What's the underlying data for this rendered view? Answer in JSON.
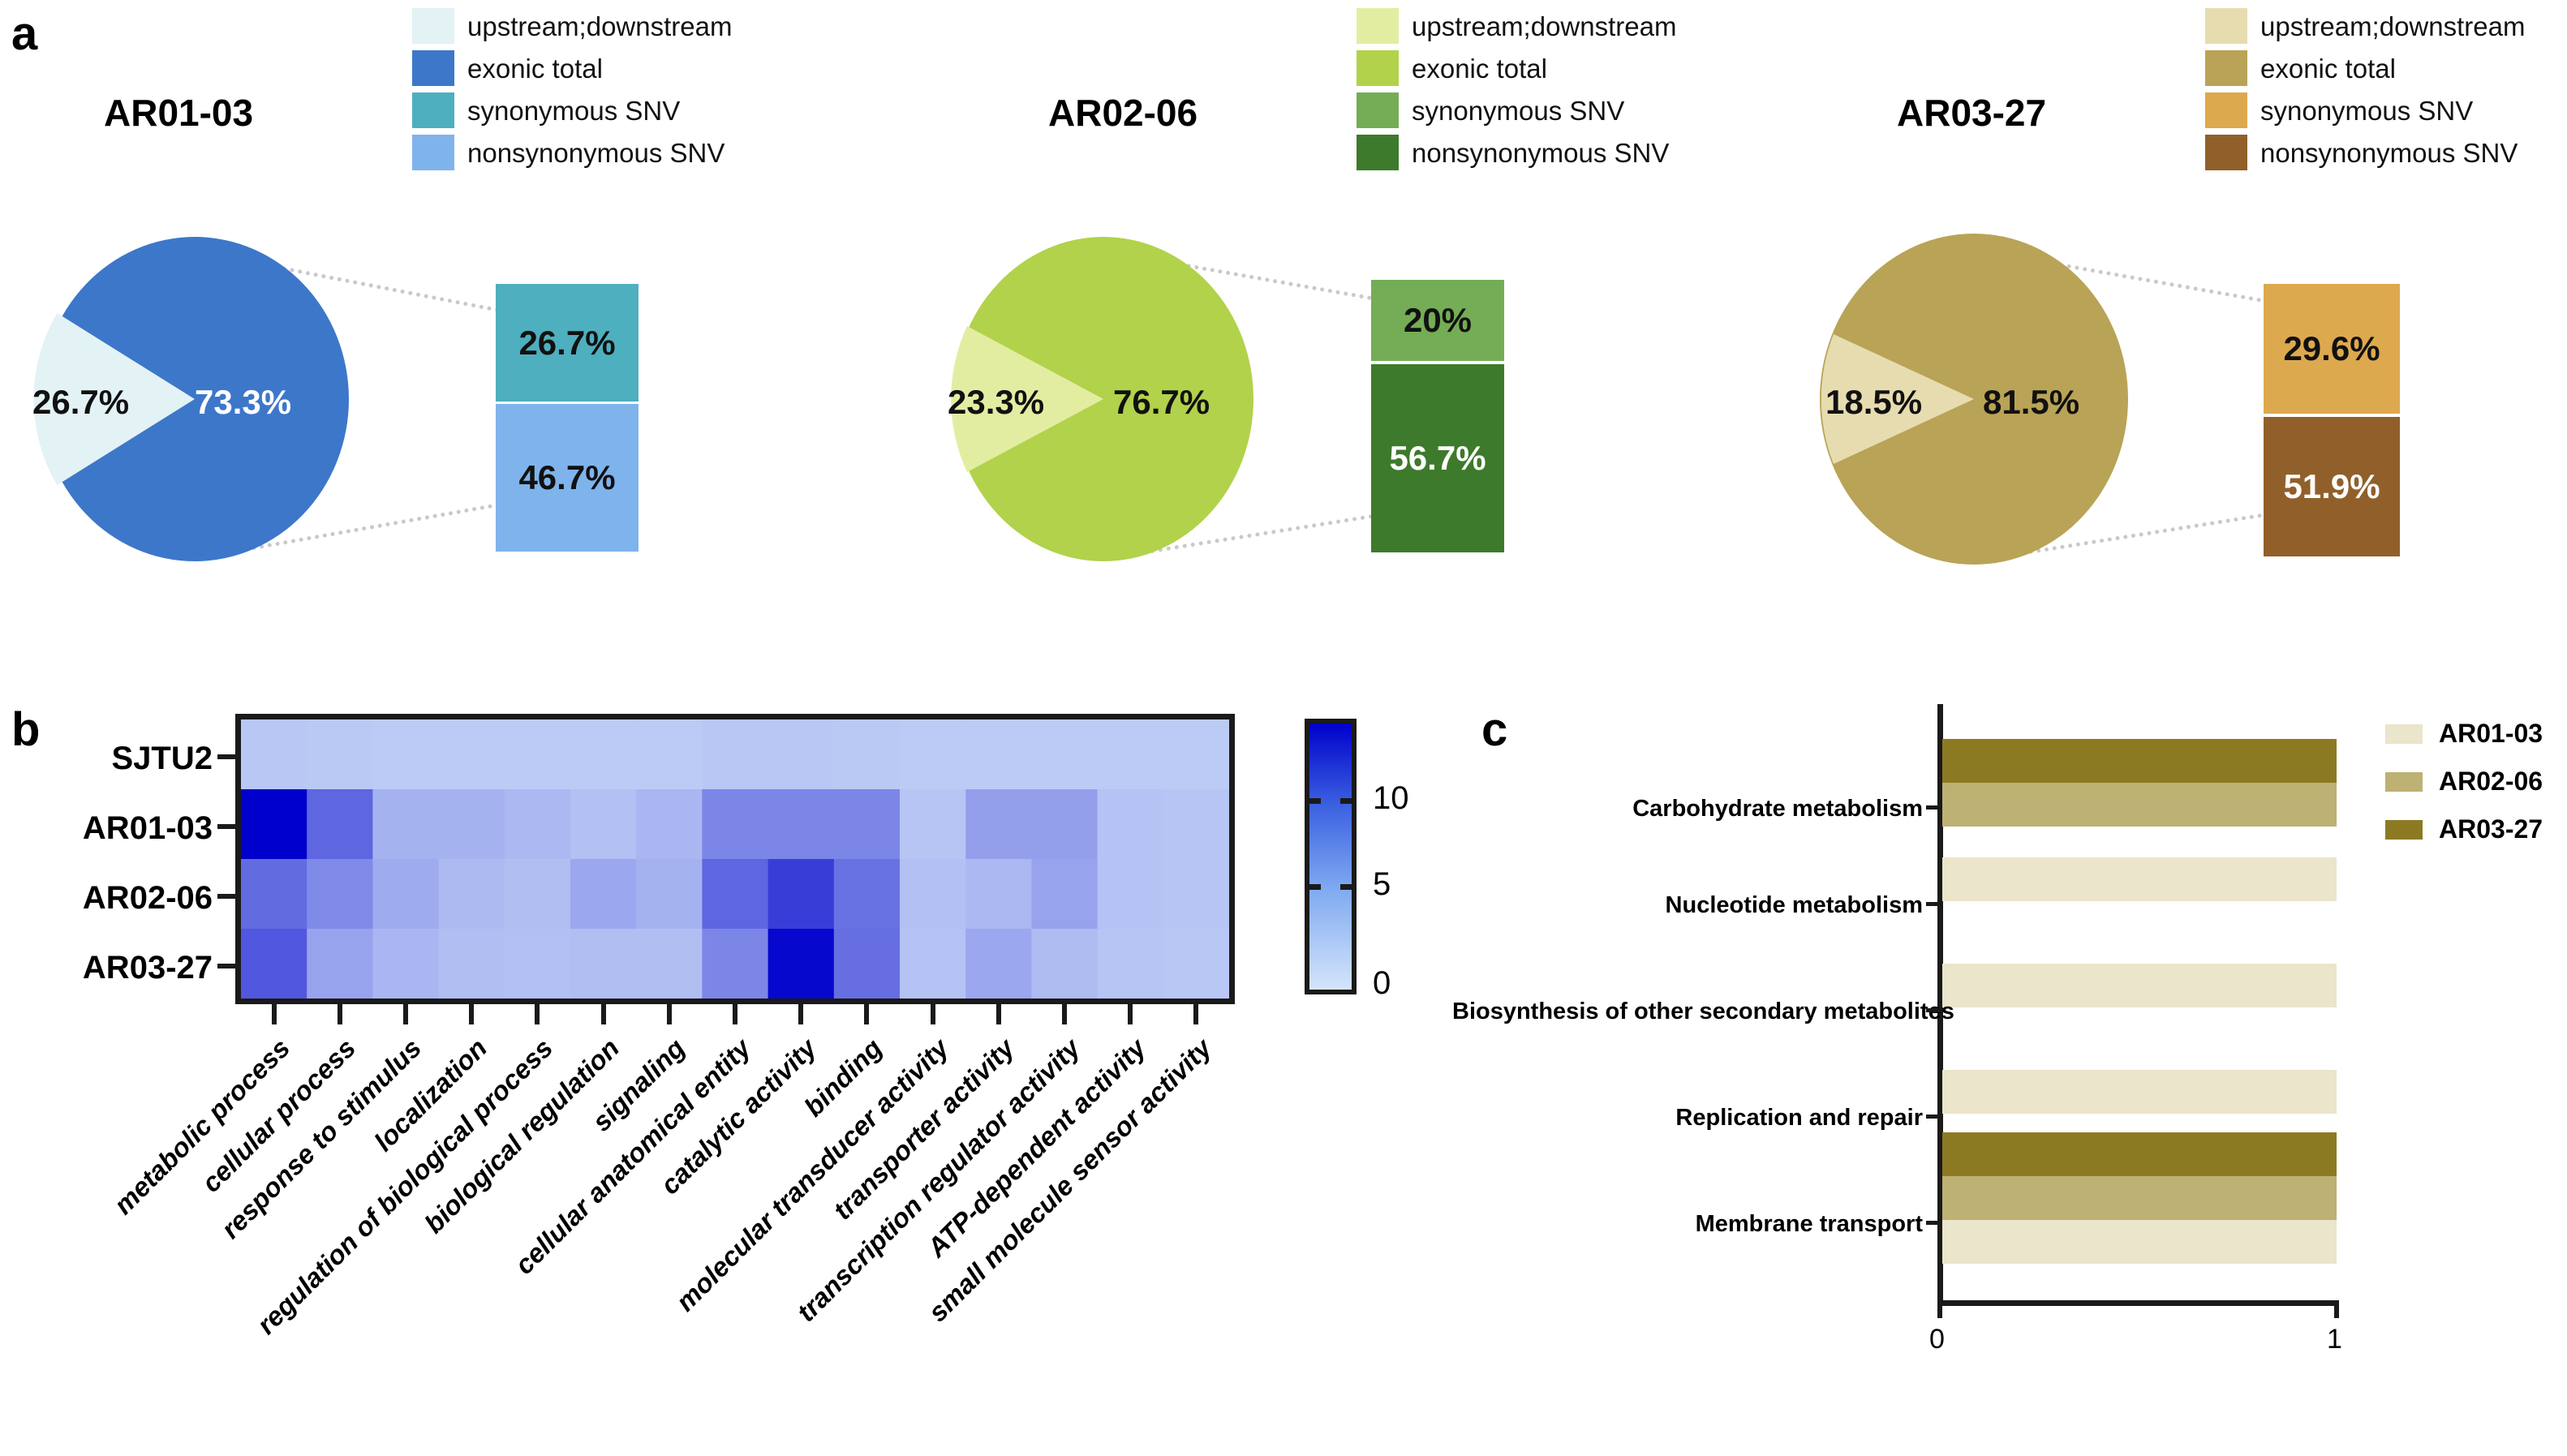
{
  "figure": {
    "panels": [
      {
        "letter": "a"
      },
      {
        "letter": "b"
      },
      {
        "letter": "c"
      }
    ]
  },
  "panel_a": {
    "letter": "a",
    "legend_labels": [
      "upstream;downstream",
      "exonic total",
      "synonymous SNV",
      "nonsynonymous SNV"
    ],
    "charts": [
      {
        "title": "AR01-03",
        "colors": {
          "upstream": "#e3f2f4",
          "exonic": "#3d77c9",
          "synonymous": "#4eafbf",
          "nonsynonymous": "#7fb3ec"
        },
        "pie": {
          "upstream_pct": "26.7%",
          "exonic_pct": "73.3%",
          "upstream_value": 26.7,
          "exonic_value": 73.3
        },
        "bar": {
          "synonymous_pct": "26.7%",
          "nonsynonymous_pct": "46.7%",
          "synonymous_value": 26.7,
          "nonsynonymous_value": 46.7
        }
      },
      {
        "title": "AR02-06",
        "colors": {
          "upstream": "#e3eda2",
          "exonic": "#b2d24b",
          "synonymous": "#74ad55",
          "nonsynonymous": "#3d7a2b"
        },
        "pie": {
          "upstream_pct": "23.3%",
          "exonic_pct": "76.7%",
          "upstream_value": 23.3,
          "exonic_value": 76.7
        },
        "bar": {
          "synonymous_pct": "20%",
          "nonsynonymous_pct": "56.7%",
          "synonymous_value": 20,
          "nonsynonymous_value": 56.7
        }
      },
      {
        "title": "AR03-27",
        "colors": {
          "upstream": "#e6dcb0",
          "exonic": "#b9a356",
          "synonymous": "#dda council",
          "nonsynonymous": "#91602a"
        },
        "pie": {
          "upstream_pct": "18.5%",
          "exonic_pct": "81.5%",
          "upstream_value": 18.5,
          "exonic_value": 81.5
        },
        "bar": {
          "synonymous_pct": "29.6%",
          "nonsynonymous_pct": "51.9%",
          "synonymous_value": 29.6,
          "nonsynonymous_value": 51.9
        }
      }
    ]
  },
  "panel_b": {
    "letter": "b",
    "chart_data": {
      "type": "heatmap",
      "title": "",
      "xlabel": "",
      "ylabel": "",
      "rows": [
        "SJTU2",
        "AR01-03",
        "AR02-06",
        "AR03-27"
      ],
      "categories": [
        "metabolic process",
        "cellular process",
        "response to stimulus",
        "localization",
        "regulation of biological process",
        "biological regulation",
        "signaling",
        "cellular anatomical entity",
        "catalytic activity",
        "binding",
        "molecular transducer activity",
        "transporter activity",
        "transcription regulator activity",
        "ATP-dependent activity",
        "small molecule sensor activity"
      ],
      "values": [
        [
          1.2,
          1.1,
          1.0,
          1.0,
          1.0,
          1.0,
          1.0,
          1.2,
          1.2,
          1.1,
          1.0,
          1.0,
          1.0,
          1.0,
          1.0
        ],
        [
          13.0,
          6.5,
          2.2,
          2.2,
          1.9,
          1.5,
          2.0,
          4.6,
          4.6,
          4.6,
          1.3,
          3.2,
          3.2,
          1.4,
          1.3
        ],
        [
          6.2,
          4.4,
          2.6,
          1.8,
          1.6,
          2.8,
          2.2,
          6.5,
          9.0,
          5.8,
          1.5,
          1.9,
          3.0,
          1.4,
          1.3
        ],
        [
          7.4,
          3.0,
          2.0,
          1.6,
          1.5,
          1.6,
          1.6,
          4.6,
          12.5,
          6.0,
          1.4,
          2.8,
          1.7,
          1.3,
          1.2
        ]
      ],
      "colorbar": {
        "ticks": [
          "10",
          "5",
          "0"
        ],
        "tick_values": [
          10,
          5,
          0
        ],
        "vmin": 0,
        "vmax": 13
      },
      "colormap_low": "#d4e5fa",
      "colormap_high": "#0000cc",
      "grid": false
    }
  },
  "panel_c": {
    "letter": "c",
    "chart_data": {
      "type": "bar",
      "orientation": "horizontal",
      "title": "",
      "xlabel": "",
      "ylabel": "",
      "xticks": [
        "0",
        "1"
      ],
      "xlim": [
        0,
        1
      ],
      "categories": [
        "Carbohydrate metabolism",
        "Nucleotide metabolism",
        "Biosynthesis of  other secondary metabolites",
        "Replication and repair",
        "Membrane transport"
      ],
      "legend": [
        "AR01-03",
        "AR02-06",
        "AR03-27"
      ],
      "legend_colors": [
        "#eae5cb",
        "#bdb173",
        "#8c7a23"
      ],
      "series": [
        {
          "name": "AR01-03",
          "values": [
            0,
            1,
            1,
            1,
            1
          ]
        },
        {
          "name": "AR02-06",
          "values": [
            1,
            0,
            0,
            0,
            1
          ]
        },
        {
          "name": "AR03-27",
          "values": [
            1,
            0,
            0,
            0,
            1
          ]
        }
      ]
    }
  }
}
